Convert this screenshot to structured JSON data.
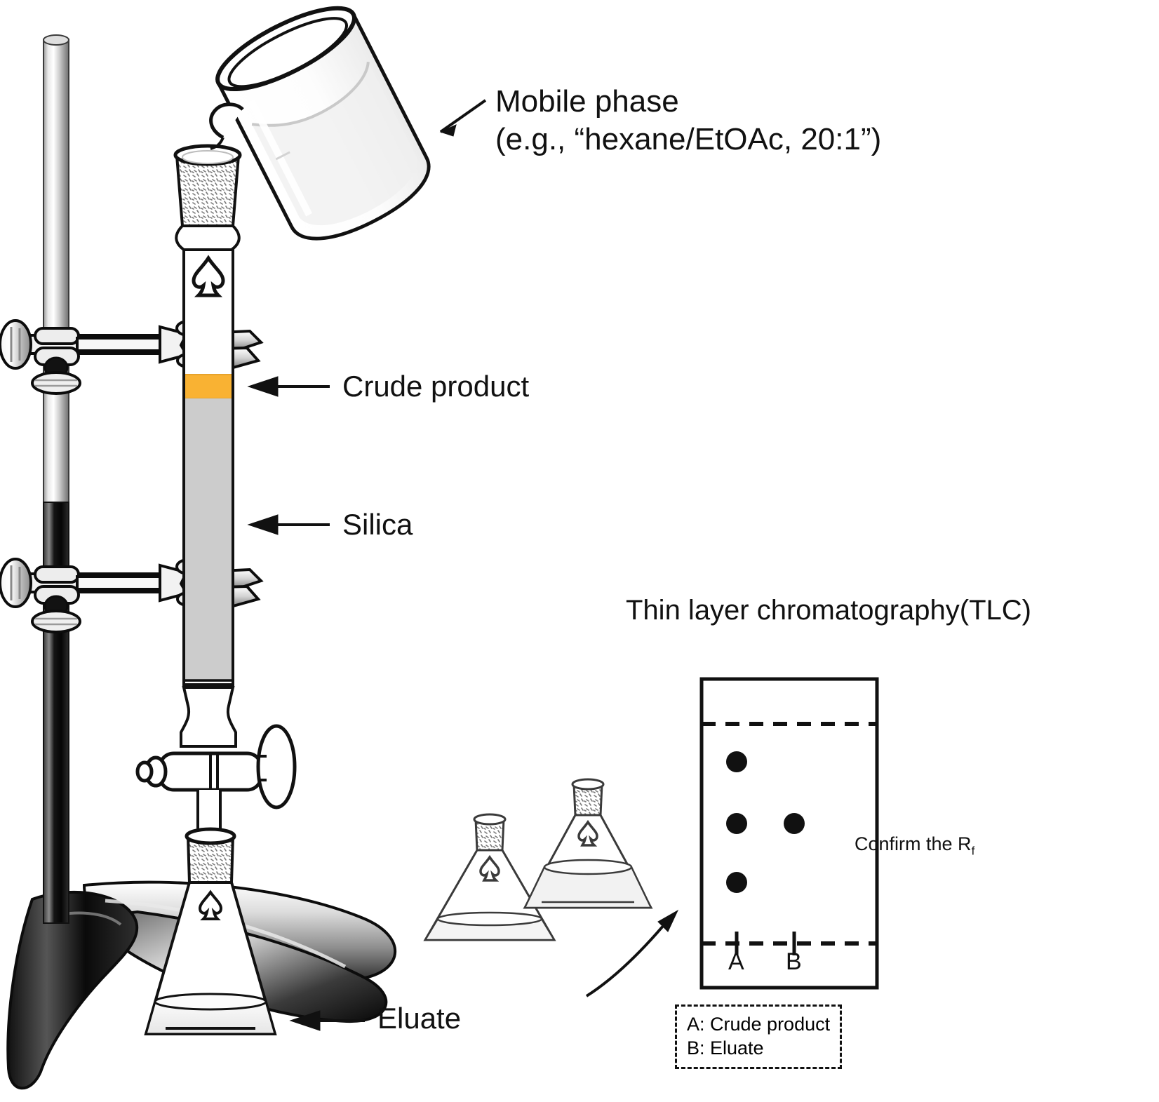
{
  "diagram": {
    "title": "Column chromatography purification workflow with TLC check",
    "background": "#ffffff",
    "ink": "#111111"
  },
  "colors": {
    "crude_band": "#F9B233",
    "silica": "#CCCCCC",
    "glass_stroke": "#111111",
    "metal_light": "#f2f2f2",
    "metal_dark": "#1a1a1a"
  },
  "labels": {
    "mobile_phase_line1": "Mobile phase",
    "mobile_phase_line2": "(e.g., “hexane/EtOAc, 20:1”)",
    "crude_product": "Crude product",
    "silica": "Silica",
    "eluate": "Eluate"
  },
  "tlc": {
    "heading": "Thin layer chromatography(TLC)",
    "lane_labels": [
      "A",
      "B"
    ],
    "callout_prefix": "Confirm the R",
    "callout_subscript": "f",
    "legend": [
      "A: Crude product",
      "B: Eluate"
    ],
    "solvent_front_label": "",
    "baseline_label": ""
  },
  "chart_data": {
    "type": "scatter",
    "title": "Thin layer chromatography(TLC)",
    "xlabel": "",
    "ylabel": "",
    "x": [
      "A",
      "A",
      "A",
      "B"
    ],
    "categories": [
      "A",
      "B"
    ],
    "series": [
      {
        "name": "A: Crude product",
        "lane": "A",
        "rf_values": [
          0.8,
          0.52,
          0.24
        ]
      },
      {
        "name": "B: Eluate",
        "lane": "B",
        "rf_values": [
          0.52
        ]
      }
    ],
    "annotations": [
      {
        "text": "Confirm the Rf",
        "target_lane": "B",
        "target_rf": 0.52
      }
    ],
    "grid": false,
    "legend_position": "below-plate",
    "ylim": [
      0,
      1
    ],
    "notes": "Dashed line at top = solvent front; dashed line at bottom = baseline with tick marks for lanes A and B."
  },
  "glassware": {
    "column": {
      "name": "chromatography-column",
      "marking": "♠"
    },
    "beaker": {
      "name": "pouring-beaker"
    },
    "flask_collect": {
      "name": "collection-erlenmeyer-flask",
      "marking": "♠"
    },
    "flask_empty": {
      "name": "empty-erlenmeyer-flask",
      "marking": "♠"
    },
    "flask_filled": {
      "name": "filled-erlenmeyer-flask",
      "marking": "♠"
    },
    "stand": {
      "name": "ring-stand"
    },
    "clamps": 2
  }
}
